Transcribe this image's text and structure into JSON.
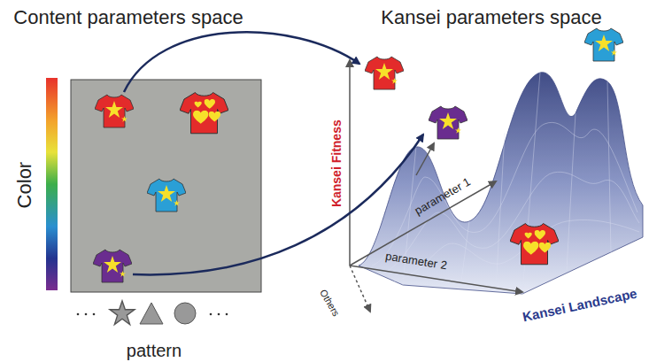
{
  "diagram": {
    "labels": [
      "Content parameters space",
      "Kansei parameters space",
      "Color",
      "pattern",
      "Kansei Fitness",
      "parameter 1",
      "parameter 2",
      "Others",
      "Kansei Landscape"
    ]
  }
}
